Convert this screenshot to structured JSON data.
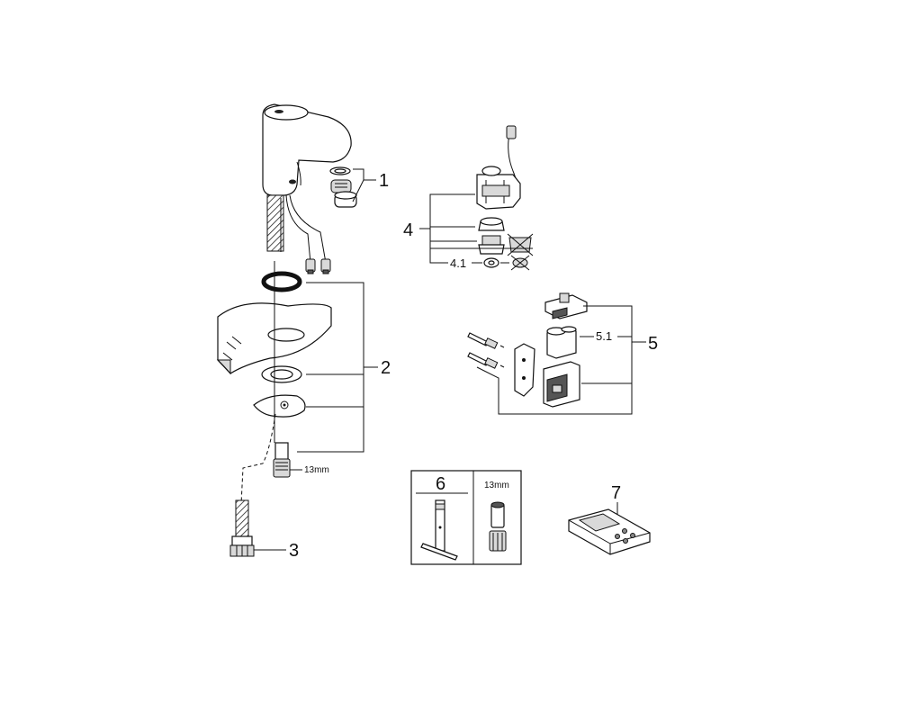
{
  "callouts": {
    "faucet_aerator": "1",
    "mounting_set": "2",
    "hose": "3",
    "valve_group": "4",
    "valve_sub": "4.1",
    "battery_box": "5",
    "battery_sub": "5.1",
    "tool_key": "6",
    "remote_control": "7"
  },
  "wrench_size_label_1": "13mm",
  "wrench_size_label_2": "13mm"
}
